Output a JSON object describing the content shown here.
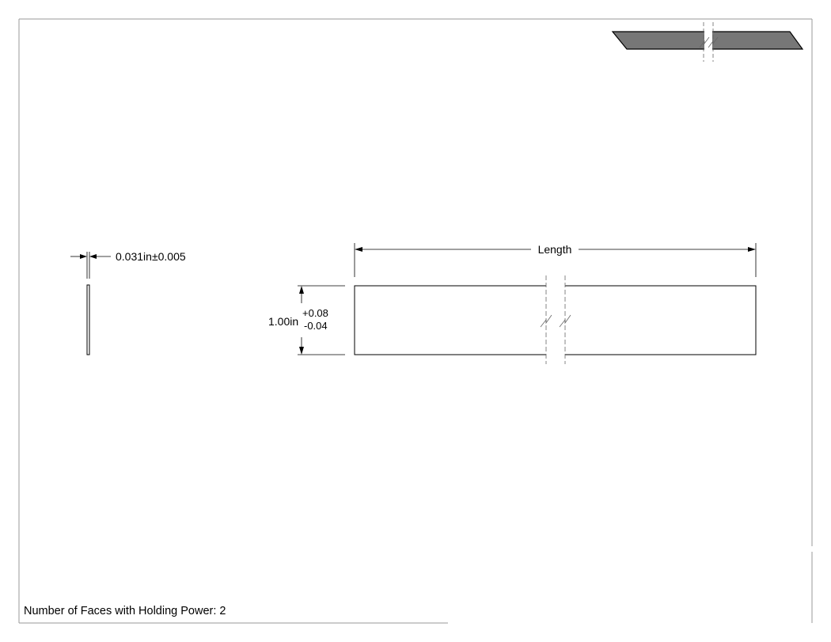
{
  "thickness": {
    "value": "0.031in",
    "tolerance": "±0.005"
  },
  "width": {
    "value": "1.00in",
    "tol_plus": "+0.08",
    "tol_minus": "-0.04"
  },
  "length": {
    "label": "Length"
  },
  "note": {
    "text": "Number of Faces with Holding Power: 2"
  },
  "colors": {
    "line": "#000000",
    "thumbnail_fill": "#777777",
    "frame": "#9a9a9a",
    "break_line": "#666666"
  }
}
